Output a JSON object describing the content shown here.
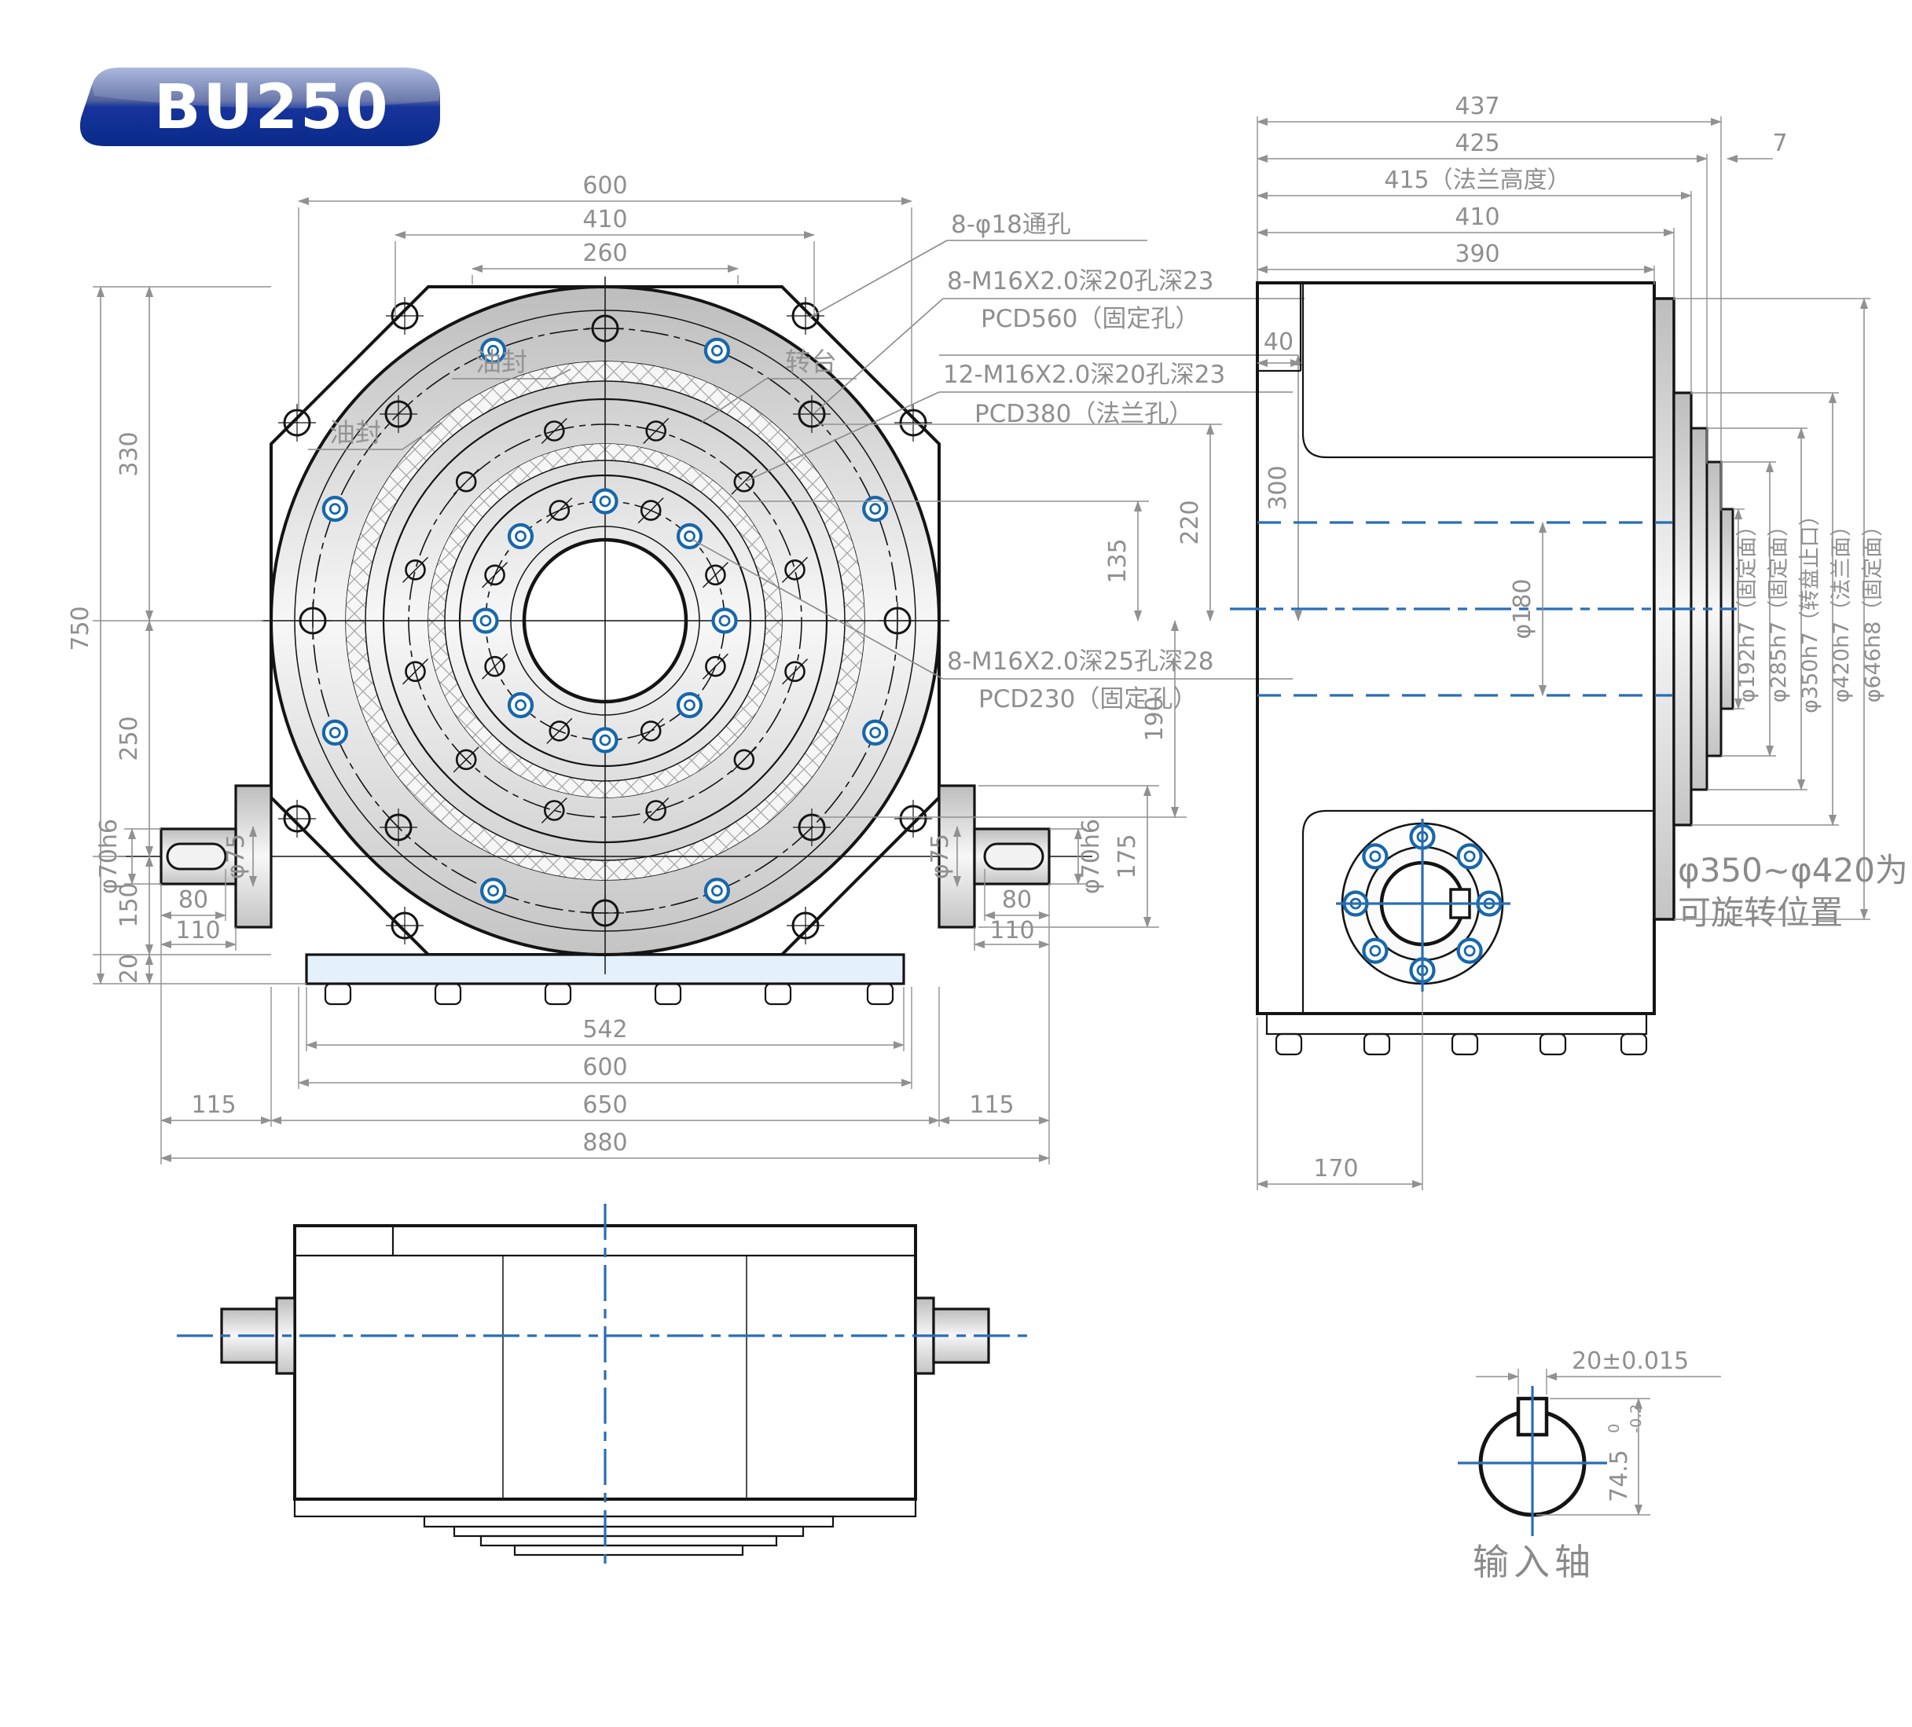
{
  "badge": {
    "model": "BU250"
  },
  "front_view": {
    "labels": {
      "oil_seal_1": "油封",
      "oil_seal_2": "油封",
      "turntable": "转台"
    },
    "callouts": {
      "through_holes": "8-φ18通孔",
      "pcd560_line1": "8-M16X2.0深20孔深23",
      "pcd560_line2": "PCD560（固定孔）",
      "pcd380_line1": "12-M16X2.0深20孔深23",
      "pcd380_line2": "PCD380（法兰孔）",
      "pcd230_line1": "8-M16X2.0深25孔深28",
      "pcd230_line2": "PCD230（固定孔）"
    },
    "dims": {
      "top_600": "600",
      "top_410": "410",
      "top_260": "260",
      "left_330": "330",
      "left_750": "750",
      "left_250": "250",
      "left_150": "150",
      "left_20": "20",
      "right_135": "135",
      "right_220": "220",
      "right_300": "300",
      "right_190": "190",
      "right_175": "175",
      "bottom_542": "542",
      "bottom_600": "600",
      "bottom_650": "650",
      "bottom_880": "880",
      "bottom_115_left": "115",
      "bottom_115_right": "115",
      "shaft_left_dia": "φ70h6",
      "shaft_left_step_dia": "φ75",
      "shaft_left_80": "80",
      "shaft_left_110": "110",
      "shaft_right_dia": "φ70h6",
      "shaft_right_step_dia": "φ75",
      "shaft_right_80": "80",
      "shaft_right_110": "110"
    }
  },
  "side_view": {
    "dims": {
      "d437": "437",
      "d425": "425",
      "d415": "415（法兰高度）",
      "d410": "410",
      "d390": "390",
      "d7": "7",
      "d40": "40",
      "d170": "170",
      "d180": "φ180"
    },
    "face_labels": {
      "f192": "φ192h7（固定面）",
      "f285": "φ285h7（固定面）",
      "f350": "φ350h7（转盘止口）",
      "f420": "φ420h7（法兰面）",
      "f646": "φ646h8（固定面）"
    },
    "note_line1": "φ350~φ420为",
    "note_line2": "可旋转位置"
  },
  "input_shaft": {
    "title": "输入轴",
    "key_width": "20±0.015",
    "shaft_height": "74.5",
    "tol_upper": "0",
    "tol_lower": "-0.2"
  }
}
